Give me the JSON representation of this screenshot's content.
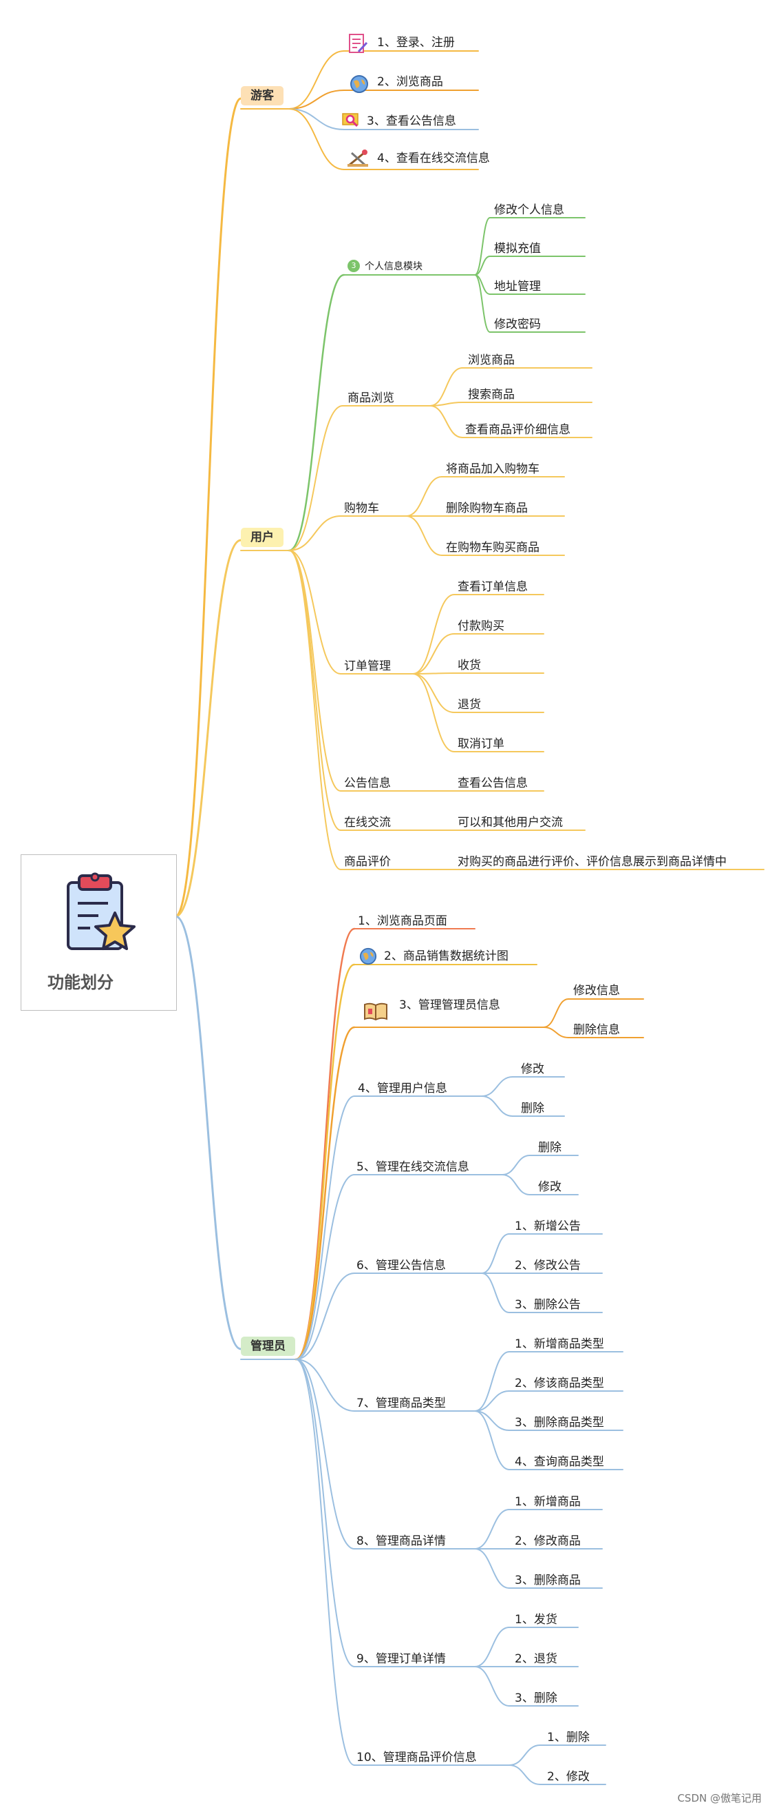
{
  "root": {
    "title": "功能划分"
  },
  "watermark": "CSDN @傲笔记用",
  "colors": {
    "guest": "#f5b942",
    "user": "#f5c85c",
    "user_personal": "#7cc46a",
    "admin": "#9bbfe0",
    "admin_orange1": "#f07a50",
    "admin_orange2": "#f0c040",
    "admin_orange3": "#f0a030"
  },
  "guest": {
    "label": "游客",
    "items": [
      "1、登录、注册",
      "2、浏览商品",
      "3、查看公告信息",
      "4、查看在线交流信息"
    ],
    "icons": [
      "document-edit-icon",
      "globe-icon",
      "magnifier-icon",
      "tools-icon"
    ]
  },
  "user": {
    "label": "用户",
    "personal": {
      "label": "个人信息模块",
      "badge": "3",
      "children": [
        "修改个人信息",
        "模拟充值",
        "地址管理",
        "修改密码"
      ]
    },
    "browse": {
      "label": "商品浏览",
      "children": [
        "浏览商品",
        "搜索商品",
        "查看商品评价细信息"
      ]
    },
    "cart": {
      "label": "购物车",
      "children": [
        "将商品加入购物车",
        "删除购物车商品",
        "在购物车购买商品"
      ]
    },
    "orders": {
      "label": "订单管理",
      "children": [
        "查看订单信息",
        "付款购买",
        "收货",
        "退货",
        "取消订单"
      ]
    },
    "notice": {
      "label": "公告信息",
      "children": [
        "查看公告信息"
      ]
    },
    "chat": {
      "label": "在线交流",
      "children": [
        "可以和其他用户交流"
      ]
    },
    "review": {
      "label": "商品评价",
      "children": [
        "对购买的商品进行评价、评价信息展示到商品详情中"
      ]
    }
  },
  "admin": {
    "label": "管理员",
    "a1": {
      "label": "1、浏览商品页面"
    },
    "a2": {
      "label": "2、商品销售数据统计图"
    },
    "a3": {
      "label": "3、管理管理员信息",
      "children": [
        "修改信息",
        "删除信息"
      ]
    },
    "a4": {
      "label": "4、管理用户信息",
      "children": [
        "修改",
        "删除"
      ]
    },
    "a5": {
      "label": "5、管理在线交流信息",
      "children": [
        "删除",
        "修改"
      ]
    },
    "a6": {
      "label": "6、管理公告信息",
      "children": [
        "1、新增公告",
        "2、修改公告",
        "3、删除公告"
      ]
    },
    "a7": {
      "label": "7、管理商品类型",
      "children": [
        "1、新增商品类型",
        "2、修该商品类型",
        "3、删除商品类型",
        "4、查询商品类型"
      ]
    },
    "a8": {
      "label": "8、管理商品详情",
      "children": [
        "1、新增商品",
        "2、修改商品",
        "3、删除商品"
      ]
    },
    "a9": {
      "label": "9、管理订单详情",
      "children": [
        "1、发货",
        "2、退货",
        "3、删除"
      ]
    },
    "a10": {
      "label": "10、管理商品评价信息",
      "children": [
        "1、删除",
        "2、修改"
      ]
    }
  }
}
